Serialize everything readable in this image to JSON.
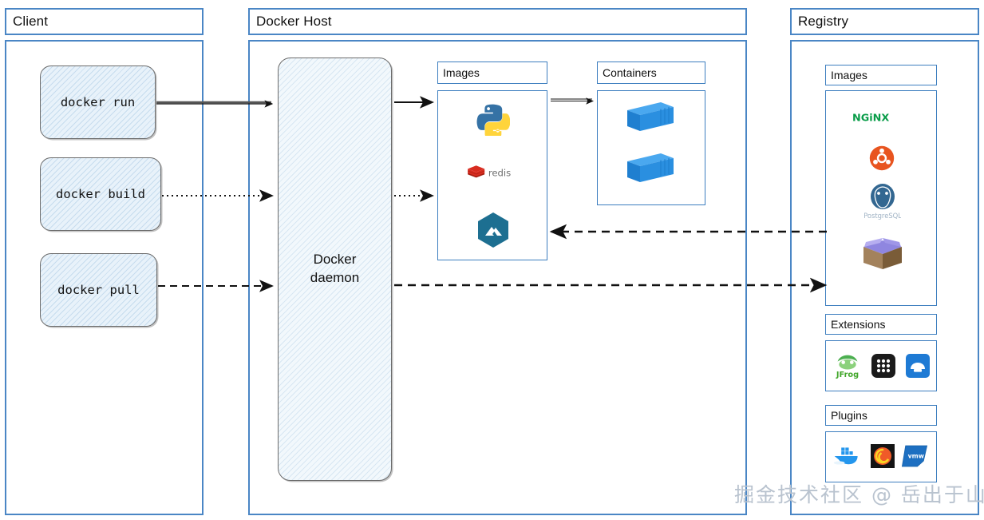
{
  "zones": [
    {
      "id": "client",
      "title": "Client"
    },
    {
      "id": "docker-host",
      "title": "Docker Host"
    },
    {
      "id": "registry",
      "title": "Registry"
    }
  ],
  "client": {
    "title": "Client",
    "commands": [
      {
        "label": "docker run",
        "line": "solid"
      },
      {
        "label": "docker build",
        "line": "dotted"
      },
      {
        "label": "docker pull",
        "line": "dashed"
      }
    ]
  },
  "docker_host": {
    "title": "Docker Host",
    "daemon": {
      "line1": "Docker",
      "line2": "daemon"
    },
    "images_panel": {
      "title": "Images",
      "items": [
        {
          "name": "python-logo",
          "label": "Python"
        },
        {
          "name": "redis-logo",
          "label": "redis"
        },
        {
          "name": "alpine-logo",
          "label": "Alpine"
        }
      ]
    },
    "containers_panel": {
      "title": "Containers",
      "items": [
        {
          "name": "container-icon",
          "label": "container"
        },
        {
          "name": "container-icon",
          "label": "container"
        }
      ]
    }
  },
  "registry": {
    "title": "Registry",
    "images_panel": {
      "title": "Images",
      "items": [
        {
          "name": "nginx-logo",
          "label": "NGINX"
        },
        {
          "name": "ubuntu-logo",
          "label": "Ubuntu"
        },
        {
          "name": "postgresql-logo",
          "label": "PostgreSQL"
        },
        {
          "name": "open-box-icon",
          "label": "Open box"
        }
      ]
    },
    "extensions_panel": {
      "title": "Extensions",
      "items": [
        {
          "name": "jfrog-logo",
          "label": "JFrog"
        },
        {
          "name": "grid-dots-icon",
          "label": "Grid"
        },
        {
          "name": "snyk-logo",
          "label": "Blue tile"
        }
      ]
    },
    "plugins_panel": {
      "title": "Plugins",
      "items": [
        {
          "name": "docker-whale-logo",
          "label": "Docker"
        },
        {
          "name": "grafana-logo",
          "label": "Grafana"
        },
        {
          "name": "vmware-logo",
          "label": "VMware"
        }
      ]
    }
  },
  "connections": [
    {
      "from": "docker run",
      "to": "Docker daemon",
      "style": "solid"
    },
    {
      "from": "docker build",
      "to": "Docker daemon",
      "style": "dotted"
    },
    {
      "from": "docker pull",
      "to": "Docker daemon",
      "style": "dashed"
    },
    {
      "from": "Docker daemon",
      "to": "Images",
      "style": "solid"
    },
    {
      "from": "Docker daemon",
      "to": "Images",
      "style": "dotted"
    },
    {
      "from": "Images",
      "to": "Containers",
      "style": "solid"
    },
    {
      "from": "Registry",
      "to": "Images",
      "style": "dashed"
    },
    {
      "from": "Docker daemon",
      "to": "Registry",
      "style": "dashed"
    }
  ],
  "watermark": {
    "text": "掘金技术社区 @ 岳出于山"
  },
  "colors": {
    "panel_border": "#4a86c5",
    "sub_border": "#3d7ebf",
    "sketch_fill": "#e8f2fa",
    "sketch_stroke": "#6b6b6b",
    "arrow": "#111111",
    "nginx_green": "#089c48",
    "ubuntu_orange": "#e8541f",
    "redis_red": "#d82c20",
    "container_blue": "#2a8fe0",
    "alpine_blue": "#0d597f",
    "watermark": "#b9c3cf"
  }
}
